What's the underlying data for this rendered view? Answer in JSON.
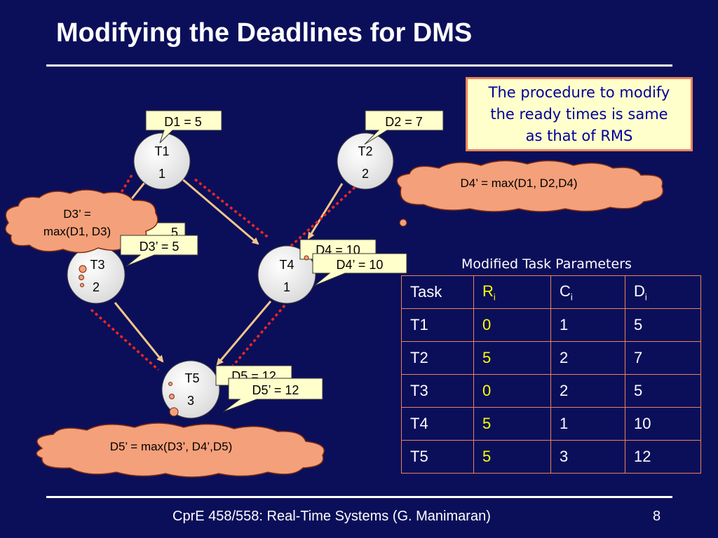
{
  "title": "Modifying the Deadlines for DMS",
  "note": [
    "The procedure to modify",
    "the ready times is same",
    "as that of RMS"
  ],
  "nodes": [
    {
      "name": "T1",
      "value": "1"
    },
    {
      "name": "T2",
      "value": "2"
    },
    {
      "name": "T3",
      "value": "2"
    },
    {
      "name": "T4",
      "value": "1"
    },
    {
      "name": "T5",
      "value": "3"
    }
  ],
  "callouts": {
    "d1": "D1 = 5",
    "d2": "D2 = 7",
    "d3_hidden": "5",
    "d3_mod": "D3’ = 5",
    "d4_hidden": "D4 = 10",
    "d4_mod": "D4’ = 10",
    "d5_hidden": "D5 = 12",
    "d5_mod": "D5’ = 12"
  },
  "clouds": {
    "d4_formula": "D4’ = max(D1, D2,D4)",
    "d3_formula_line1": "D3’ =",
    "d3_formula_line2": "max(D1, D3)",
    "d5_formula": "D5’ = max(D3’, D4’,D5)"
  },
  "table": {
    "caption": "Modified Task Parameters",
    "headers": [
      {
        "main": "Task",
        "sub": ""
      },
      {
        "main": "R",
        "sub": "i"
      },
      {
        "main": "C",
        "sub": "i"
      },
      {
        "main": "D",
        "sub": "i"
      }
    ],
    "rows": [
      [
        "T1",
        "0",
        "1",
        "5"
      ],
      [
        "T2",
        "5",
        "2",
        "7"
      ],
      [
        "T3",
        "0",
        "2",
        "5"
      ],
      [
        "T4",
        "5",
        "1",
        "10"
      ],
      [
        "T5",
        "5",
        "3",
        "12"
      ]
    ]
  },
  "colors": {
    "background": "#0b0f5a",
    "callout_fill": "#ffffcc",
    "cloud_fill": "#f4a07a",
    "edge": "#f4c58a",
    "dotted_edge": "#e8281e",
    "accent_text": "#ffff00"
  },
  "footer": "CprE 458/558: Real-Time Systems (G. Manimaran)",
  "page_number": "8"
}
